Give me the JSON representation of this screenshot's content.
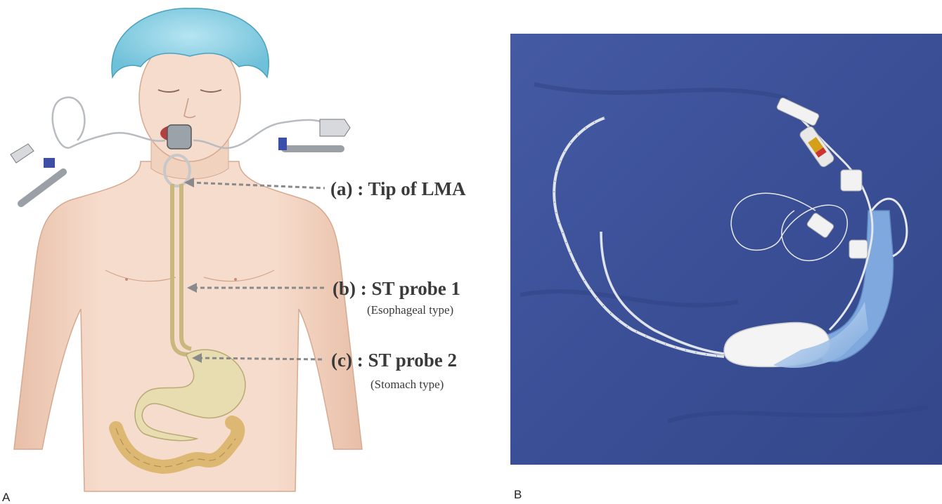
{
  "panel_a": {
    "letter": "A",
    "labels": [
      {
        "id": "a",
        "text": "(a) : Tip of LMA",
        "sub": ""
      },
      {
        "id": "b",
        "text": "(b) : ST probe 1",
        "sub": "(Esophageal type)"
      },
      {
        "id": "c",
        "text": "(c) : ST probe 2",
        "sub": "(Stomach type)"
      }
    ]
  },
  "panel_b": {
    "letter": "B"
  },
  "colors": {
    "skin": "#f3d7c6",
    "skin_shadow": "#e2b9a3",
    "cap": "#8fd1e6",
    "drape": "#3a4f9a",
    "cuff": "#a9c8ec",
    "arrow": "#8a8a8a",
    "stomach": "#e8ddb0",
    "colon": "#e6c98a"
  }
}
